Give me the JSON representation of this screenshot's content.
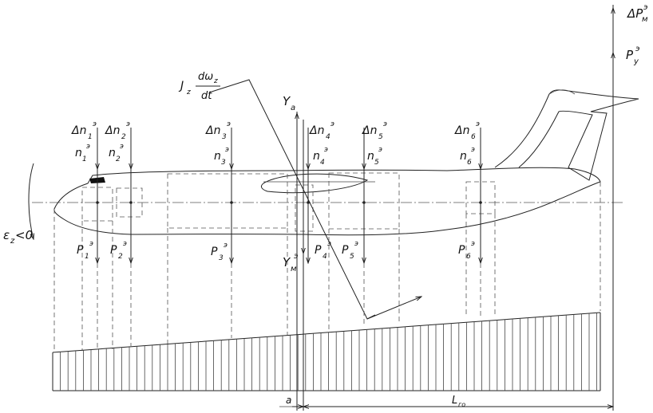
{
  "labels": {
    "dPm": "ΔP",
    "dPm_sub": "м",
    "dPm_sup": "э",
    "Py": "P",
    "Py_sub": "у",
    "Py_sup": "э",
    "Jz": "J",
    "Jz_sub": "z",
    "dw_num": "dω",
    "dw_sub": "z",
    "dw_den": "dt",
    "Ya": "Y",
    "Ya_sub": "a",
    "Ym": "Y",
    "Ym_sub": "м",
    "Ym_sup": "э",
    "eps": "ε",
    "eps_sub": "z",
    "eps_rel": "<0",
    "a": "a",
    "L": "L",
    "L_sub": "го"
  },
  "stations": [
    {
      "dn": "Δn",
      "idx": "1",
      "sup": "э",
      "n": "n",
      "P": "P"
    },
    {
      "dn": "Δn",
      "idx": "2",
      "sup": "э",
      "n": "n",
      "P": "P"
    },
    {
      "dn": "Δn",
      "idx": "3",
      "sup": "э",
      "n": "n",
      "P": "P"
    },
    {
      "dn": "Δn",
      "idx": "4",
      "sup": "э",
      "n": "n",
      "P": "P"
    },
    {
      "dn": "Δn",
      "idx": "5",
      "sup": "э",
      "n": "n",
      "P": "P"
    },
    {
      "dn": "Δn",
      "idx": "6",
      "sup": "э",
      "n": "n",
      "P": "P"
    }
  ]
}
